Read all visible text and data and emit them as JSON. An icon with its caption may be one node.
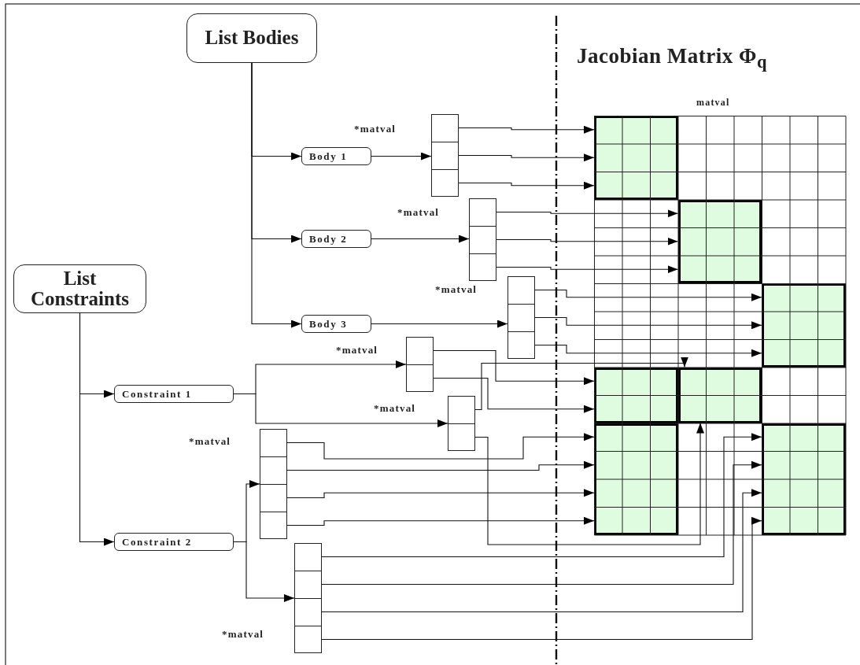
{
  "diagram": {
    "title": "Jacobian Matrix Φ$_{q}$",
    "nodes": [
      {
        "text": [
          "List Bodies"
        ]
      },
      {
        "text": [
          "List Constraints"
        ]
      },
      {
        "text": [
          "Body 1"
        ]
      },
      {
        "text": [
          "Body 2"
        ]
      },
      {
        "text": [
          "Body 3"
        ]
      },
      {
        "text": [
          "Constraint 1"
        ]
      },
      {
        "text": [
          "Constraint 2"
        ]
      },
      {
        "text": [],
        "shape": "box"
      },
      {
        "text": [],
        "shape": "box"
      },
      {
        "text": [],
        "shape": "box"
      },
      {
        "text": [],
        "shape": "box"
      },
      {
        "text": [],
        "shape": "box"
      },
      {
        "text": [],
        "shape": "box"
      },
      {
        "text": [],
        "shape": "box"
      },
      {
        "text": [
          "matval"
        ]
      },
      {
        "text": [],
        "shape": "box",
        "in": 14
      },
      {
        "text": [],
        "shape": "box",
        "in": 14
      },
      {
        "text": [],
        "shape": "box",
        "in": 14
      },
      {
        "text": [],
        "shape": "box",
        "in": 14
      },
      {
        "text": [],
        "shape": "box",
        "in": 14
      },
      {
        "text": [],
        "shape": "box",
        "in": 14
      },
      {
        "text": [],
        "shape": "box",
        "in": 14
      }
    ],
    "edges": [
      {
        "from": 0,
        "to": 2,
        "arrow": "to"
      },
      {
        "from": 0,
        "to": 3,
        "arrow": "to"
      },
      {
        "from": 0,
        "to": 4,
        "arrow": "to"
      },
      {
        "from": 1,
        "to": 5,
        "arrow": "to"
      },
      {
        "from": 1,
        "to": 6,
        "arrow": "to"
      },
      {
        "from": 2,
        "to": 7,
        "arrow": "to"
      },
      {
        "from": 3,
        "to": 8,
        "arrow": "to"
      },
      {
        "from": 4,
        "to": 9,
        "arrow": "to"
      },
      {
        "from": 5,
        "to": 10,
        "arrow": "to"
      },
      {
        "from": 5,
        "to": 11,
        "arrow": "to"
      },
      {
        "from": 6,
        "to": 12,
        "arrow": "to"
      },
      {
        "from": 6,
        "to": 13,
        "arrow": "to"
      },
      {
        "from": 7,
        "to": 15,
        "arrow": "to"
      },
      {
        "from": 7,
        "to": 15,
        "arrow": "to"
      },
      {
        "from": 7,
        "to": 15,
        "arrow": "to"
      },
      {
        "from": 8,
        "to": 16,
        "arrow": "to"
      },
      {
        "from": 8,
        "to": 16,
        "arrow": "to"
      },
      {
        "from": 8,
        "to": 16,
        "arrow": "to"
      },
      {
        "from": 9,
        "to": 17,
        "arrow": "to"
      },
      {
        "from": 9,
        "to": 17,
        "arrow": "to"
      },
      {
        "from": 9,
        "to": 17,
        "arrow": "to"
      },
      {
        "from": 10,
        "to": 18,
        "arrow": "to"
      },
      {
        "from": 10,
        "to": 18,
        "arrow": "to"
      },
      {
        "from": 11,
        "to": 19,
        "arrow": "to"
      },
      {
        "from": 11,
        "to": 19,
        "arrow": "to"
      },
      {
        "from": 12,
        "to": 20,
        "arrow": "to"
      },
      {
        "from": 12,
        "to": 20,
        "arrow": "to"
      },
      {
        "from": 12,
        "to": 20,
        "arrow": "to"
      },
      {
        "from": 12,
        "to": 20,
        "arrow": "to"
      },
      {
        "from": 13,
        "to": 21,
        "arrow": "to"
      },
      {
        "from": 13,
        "to": 21,
        "arrow": "to"
      },
      {
        "from": 13,
        "to": 21,
        "arrow": "to"
      },
      {
        "from": 13,
        "to": 21,
        "arrow": "to"
      }
    ],
    "labels": [
      "*matval",
      "*matval",
      "*matval",
      "*matval",
      "*matval",
      "*matval",
      "*matval"
    ]
  }
}
